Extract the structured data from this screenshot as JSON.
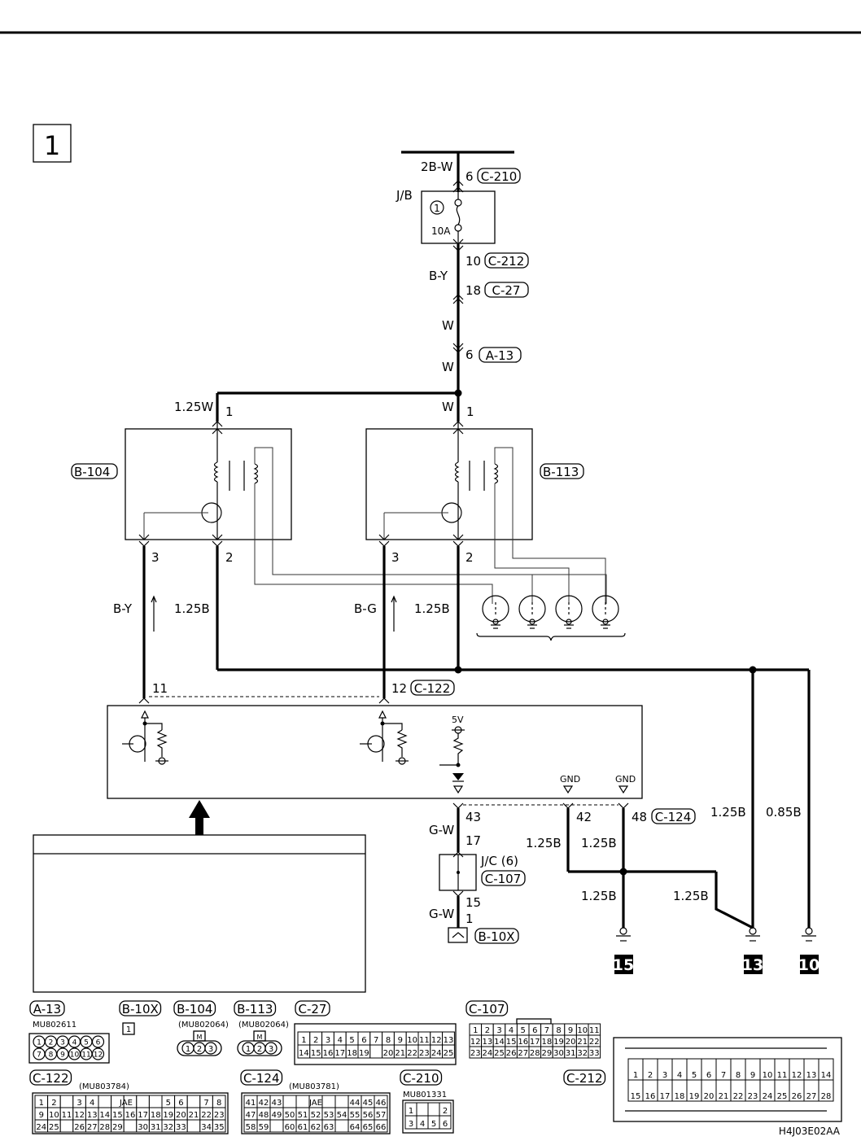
{
  "page": {
    "section_number": "1",
    "figure_code": "H4J03E02AA"
  },
  "power": {
    "wire_main": "2B-W",
    "c210_pin": "6",
    "c210_label": "C-210",
    "jb_label": "J/B",
    "fuse_number": "1",
    "fuse_rating": "10A",
    "c212_pin": "10",
    "c212_label": "C-212",
    "wire_by": "B-Y",
    "c27_pin": "18",
    "c27_label": "C-27",
    "wire_w1": "W",
    "a13_pin": "6",
    "a13_label": "A-13",
    "wire_w2": "W"
  },
  "relays": [
    {
      "connector": "B-104",
      "wire_in": "1.25W",
      "pin_in": "1",
      "pin_ctrl": "3",
      "pin_out": "2",
      "wire_ctrl": "B-Y",
      "wire_out": "1.25B"
    },
    {
      "connector": "B-113",
      "wire_in": "W",
      "pin_in": "1",
      "pin_ctrl": "3",
      "pin_out": "2",
      "wire_ctrl": "B-G",
      "wire_out": "1.25B"
    }
  ],
  "ecu": {
    "pin_a": "11",
    "pin_b": "12",
    "connector_top": "C-122",
    "supply_label": "5V",
    "gnd_label_1": "GND",
    "gnd_label_2": "GND",
    "pin_43": "43",
    "pin_42": "42",
    "pin_48": "48",
    "connector_bottom": "C-124"
  },
  "lower": {
    "wire_gw1": "G-W",
    "jc_pin_in": "17",
    "jc_label": "J/C (6)",
    "jc_connector": "C-107",
    "jc_pin_out": "15",
    "wire_gw2": "G-W",
    "b10x_pin": "1",
    "b10x_label": "B-10X",
    "wire_42": "1.25B",
    "wire_48": "1.25B",
    "wire_g15": "1.25B",
    "wire_g13_branch": "1.25B",
    "wire_g13": "1.25B",
    "wire_g10": "0.85B",
    "ground_15": "15",
    "ground_13": "13",
    "ground_10": "10"
  },
  "connectors": {
    "a13": {
      "label": "A-13",
      "part": "MU802611",
      "rows": [
        [
          "1",
          "2",
          "3",
          "4",
          "5",
          "6"
        ],
        [
          "7",
          "8",
          "9",
          "10",
          "11",
          "12"
        ]
      ]
    },
    "b10x": {
      "label": "B-10X",
      "pins": [
        "1"
      ]
    },
    "b104": {
      "label": "B-104",
      "part": "(MU802064)",
      "key": "M",
      "pins": [
        "1",
        "2",
        "3"
      ]
    },
    "b113": {
      "label": "B-113",
      "part": "(MU802064)",
      "key": "M",
      "pins": [
        "1",
        "2",
        "3"
      ]
    },
    "c27": {
      "label": "C-27",
      "rows": [
        [
          "1",
          "2",
          "3",
          "4",
          "5",
          "6",
          "7",
          "8",
          "9",
          "10",
          "11",
          "12",
          "13"
        ],
        [
          "14",
          "15",
          "16",
          "17",
          "18",
          "19",
          "",
          "20",
          "21",
          "22",
          "23",
          "24",
          "25"
        ]
      ]
    },
    "c107": {
      "label": "C-107",
      "rows": [
        [
          "1",
          "2",
          "3",
          "4",
          "5",
          "6",
          "7",
          "8",
          "9",
          "10",
          "11"
        ],
        [
          "12",
          "13",
          "14",
          "15",
          "16",
          "17",
          "18",
          "19",
          "20",
          "21",
          "22"
        ],
        [
          "23",
          "24",
          "25",
          "26",
          "27",
          "28",
          "29",
          "30",
          "31",
          "32",
          "33"
        ]
      ]
    },
    "c122": {
      "label": "C-122",
      "part": "(MU803784)",
      "jae": "JAE",
      "rows": [
        [
          "1",
          "2",
          "",
          "3",
          "4",
          "",
          "",
          "",
          "",
          "",
          "5",
          "6",
          "",
          "7",
          "8"
        ],
        [
          "9",
          "10",
          "11",
          "12",
          "13",
          "14",
          "15",
          "16",
          "17",
          "18",
          "19",
          "20",
          "21",
          "22",
          "23"
        ],
        [
          "24",
          "25",
          "",
          "26",
          "27",
          "28",
          "29",
          "",
          "30",
          "31",
          "32",
          "33",
          "",
          "34",
          "35"
        ]
      ]
    },
    "c124": {
      "label": "C-124",
      "part": "(MU803781)",
      "jae": "JAE",
      "rows": [
        [
          "41",
          "42",
          "43",
          "",
          "",
          "",
          "",
          "",
          "",
          "44",
          "45",
          "46"
        ],
        [
          "47",
          "48",
          "49",
          "50",
          "51",
          "52",
          "53",
          "54",
          "55",
          "56",
          "57"
        ],
        [
          "58",
          "59",
          "",
          "60",
          "61",
          "62",
          "63",
          "",
          "64",
          "65",
          "66"
        ]
      ]
    },
    "c210": {
      "label": "C-210",
      "part": "MU801331",
      "rows": [
        [
          "1",
          "",
          "",
          "2"
        ],
        [
          "3",
          "4",
          "5",
          "6"
        ]
      ]
    },
    "c212": {
      "label": "C-212",
      "rows": [
        [
          "1",
          "2",
          "3",
          "4",
          "5",
          "6",
          "7",
          "8",
          "9",
          "10",
          "11",
          "12",
          "13",
          "14"
        ],
        [
          "15",
          "16",
          "17",
          "18",
          "19",
          "20",
          "21",
          "22",
          "23",
          "24",
          "25",
          "26",
          "27",
          "28"
        ]
      ]
    }
  }
}
